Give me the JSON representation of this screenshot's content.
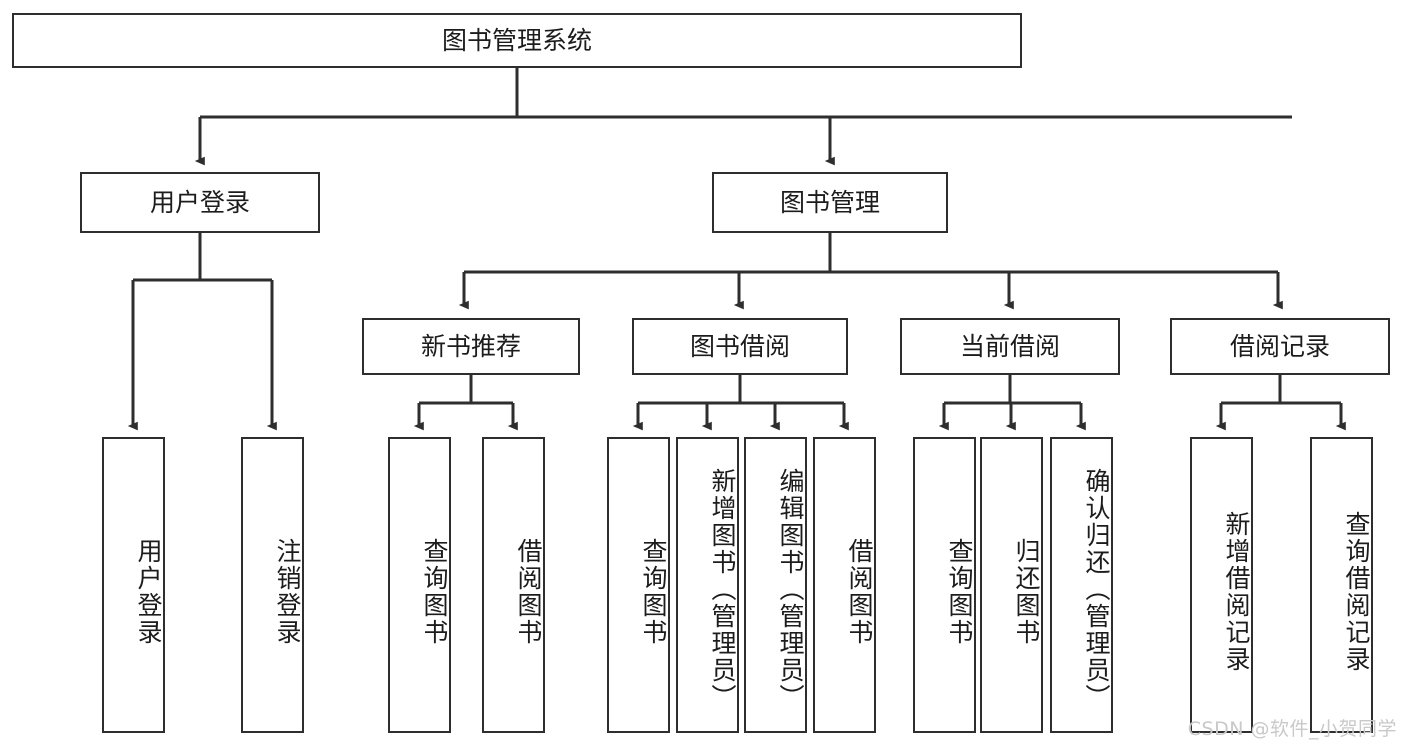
{
  "diagram": {
    "title": "图书管理系统",
    "type": "tree",
    "watermark": "CSDN @软件_小贺同学",
    "colors": {
      "box_border": "#2e2e2e",
      "box_fill": "#ffffff",
      "edge": "#2e2e2e",
      "text": "#1c1c1c",
      "watermark": "#c9c9c9"
    },
    "nodes": {
      "root": {
        "label": "图书管理系统",
        "level": 1
      },
      "l2": [
        {
          "id": "user-login",
          "label": "用户登录",
          "level": 2
        },
        {
          "id": "book-manage",
          "label": "图书管理",
          "level": 2
        }
      ],
      "l3": [
        {
          "id": "new-book-rec",
          "label": "新书推荐",
          "level": 3,
          "parent": "book-manage"
        },
        {
          "id": "book-borrow",
          "label": "图书借阅",
          "level": 3,
          "parent": "book-manage"
        },
        {
          "id": "current-borrow",
          "label": "当前借阅",
          "level": 3,
          "parent": "book-manage"
        },
        {
          "id": "borrow-record",
          "label": "借阅记录",
          "level": 3,
          "parent": "book-manage"
        }
      ],
      "leaves": [
        {
          "id": "leaf-user-login",
          "label": "用户登录",
          "parent": "user-login"
        },
        {
          "id": "leaf-logout",
          "label": "注销登录",
          "parent": "user-login"
        },
        {
          "id": "leaf-query-book-1",
          "label": "查询图书",
          "parent": "new-book-rec"
        },
        {
          "id": "leaf-borrow-book-1",
          "label": "借阅图书",
          "parent": "new-book-rec"
        },
        {
          "id": "leaf-query-book-2",
          "label": "查询图书",
          "parent": "book-borrow"
        },
        {
          "id": "leaf-add-book",
          "label": "新增图书（管理员）",
          "parent": "book-borrow"
        },
        {
          "id": "leaf-edit-book",
          "label": "编辑图书（管理员）",
          "parent": "book-borrow"
        },
        {
          "id": "leaf-borrow-book-2",
          "label": "借阅图书",
          "parent": "book-borrow"
        },
        {
          "id": "leaf-query-book-3",
          "label": "查询图书",
          "parent": "current-borrow"
        },
        {
          "id": "leaf-return-book",
          "label": "归还图书",
          "parent": "current-borrow"
        },
        {
          "id": "leaf-confirm-return",
          "label": "确认归还（管理员）",
          "parent": "current-borrow"
        },
        {
          "id": "leaf-add-record",
          "label": "新增借阅记录",
          "parent": "borrow-record"
        },
        {
          "id": "leaf-query-record",
          "label": "查询借阅记录",
          "parent": "borrow-record"
        }
      ]
    }
  }
}
